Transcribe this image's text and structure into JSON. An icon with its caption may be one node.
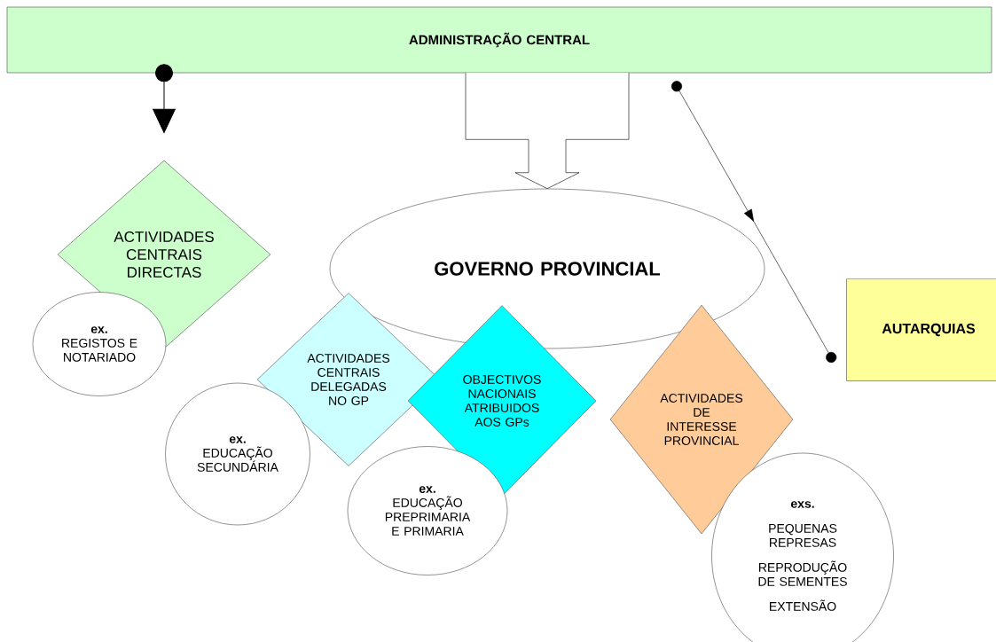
{
  "diagram": {
    "nodes": [
      {
        "text": [
          "ADMINISTRAÇÃO CENTRAL"
        ]
      },
      {
        "text": [
          "ACTIVIDADES CENTRAIS DIRECTAS"
        ]
      },
      {
        "text": [
          "ex.",
          "REGISTOS E NOTARIADO"
        ]
      },
      {
        "text": [
          "GOVERNO PROVINCIAL"
        ]
      },
      {
        "text": [
          "ACTIVIDADES CENTRAIS DELEGADAS NO GP"
        ]
      },
      {
        "text": [
          "ex.",
          "EDUCAÇÃO SECUNDÁRIA"
        ]
      },
      {
        "text": [
          "OBJECTIVOS NACIONAIS ATRIBUIDOS AOS GPs"
        ]
      },
      {
        "text": [
          "ex.",
          "EDUCAÇÃO PREPRIMARIA E PRIMARIA"
        ]
      },
      {
        "text": [
          "ACTIVIDADES DE INTERESSE PROVINCIAL"
        ]
      },
      {
        "text": [
          "exs.",
          "PEQUENAS REPRESAS",
          "REPRODUÇÃO DE SEMENTES",
          "EXTENSÃO"
        ]
      },
      {
        "text": [
          "AUTARQUIAS"
        ]
      }
    ],
    "edges": [
      {
        "from": 0,
        "to": 1,
        "arrow": "to"
      },
      {
        "from": 0,
        "to": 3,
        "arrow": "to"
      },
      {
        "from": 0,
        "to": 10,
        "arrow": "to"
      }
    ]
  }
}
